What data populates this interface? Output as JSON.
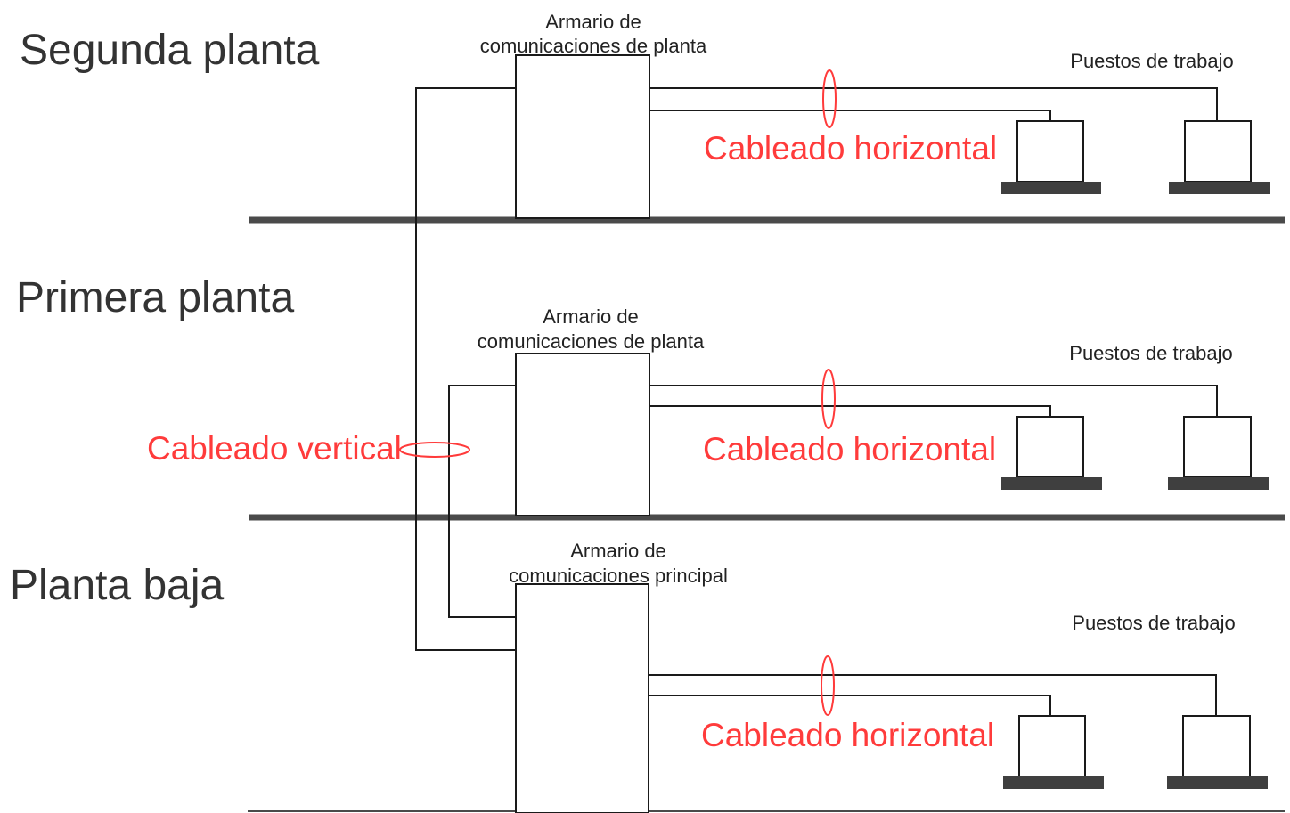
{
  "colors": {
    "accent": "#ff3b3b",
    "floor_slab": "#4a4a4a",
    "workstation_base": "#3f3f3f",
    "line": "#1a1a1a",
    "title_text": "#333333"
  },
  "floors": [
    {
      "title": "Segunda planta",
      "closet_label_line1": "Armario de",
      "closet_label_line2": "comunicaciones de planta",
      "workstations_label": "Puestos de trabajo",
      "horizontal_label": "Cableado horizontal"
    },
    {
      "title": "Primera planta",
      "closet_label_line1": "Armario de",
      "closet_label_line2": "comunicaciones de planta",
      "workstations_label": "Puestos de trabajo",
      "horizontal_label": "Cableado horizontal"
    },
    {
      "title": "Planta baja",
      "closet_label_line1": "Armario de",
      "closet_label_line2": "comunicaciones principal",
      "workstations_label": "Puestos de trabajo",
      "horizontal_label": "Cableado horizontal"
    }
  ],
  "vertical_label": "Cableado vertical",
  "icons": {
    "cable_bundle": "ellipse-marker-icon",
    "workstation": "computer-monitor-icon"
  }
}
